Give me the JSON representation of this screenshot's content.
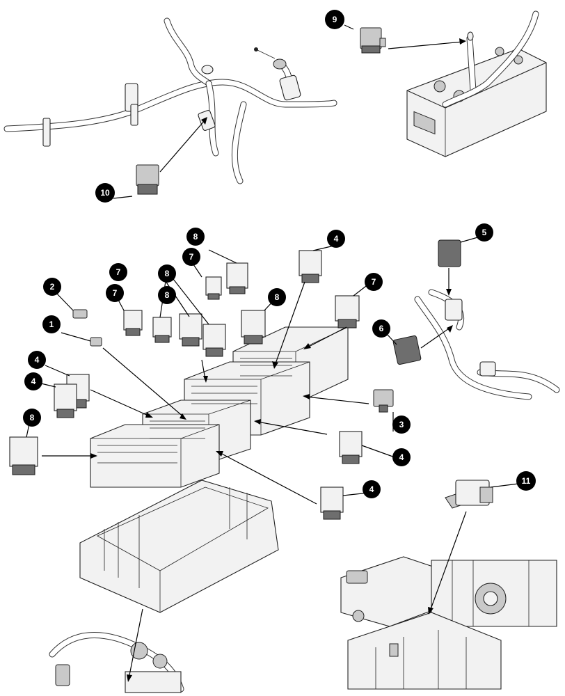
{
  "figure": {
    "callouts": [
      "1",
      "2",
      "3",
      "4",
      "5",
      "6",
      "7",
      "8",
      "9",
      "10",
      "11"
    ]
  },
  "callout_labels": [
    {
      "id": "c9",
      "text": "9"
    },
    {
      "id": "c10",
      "text": "10"
    },
    {
      "id": "c8a",
      "text": "8"
    },
    {
      "id": "c4a",
      "text": "4"
    },
    {
      "id": "c5",
      "text": "5"
    },
    {
      "id": "c7a",
      "text": "7"
    },
    {
      "id": "c7b",
      "text": "7"
    },
    {
      "id": "c8b",
      "text": "8"
    },
    {
      "id": "c8c",
      "text": "8"
    },
    {
      "id": "c7c",
      "text": "7"
    },
    {
      "id": "c2",
      "text": "2"
    },
    {
      "id": "c8d",
      "text": "8"
    },
    {
      "id": "c7d",
      "text": "7"
    },
    {
      "id": "c6",
      "text": "6"
    },
    {
      "id": "c1",
      "text": "1"
    },
    {
      "id": "c4b",
      "text": "4"
    },
    {
      "id": "c4c",
      "text": "4"
    },
    {
      "id": "c3",
      "text": "3"
    },
    {
      "id": "c8e",
      "text": "8"
    },
    {
      "id": "c4d",
      "text": "4"
    },
    {
      "id": "c4e",
      "text": "4"
    },
    {
      "id": "c11",
      "text": "11"
    }
  ],
  "colors": {
    "callout_fill": "#000000",
    "callout_text": "#ffffff",
    "line": "#000000",
    "part_fill": "#f2f2f2"
  }
}
